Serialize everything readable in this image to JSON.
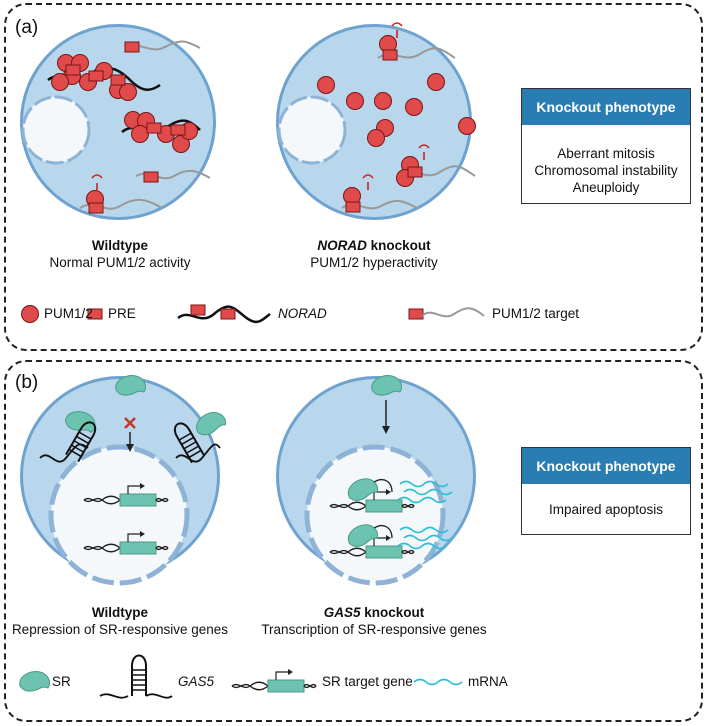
{
  "panel_a": {
    "label": "(a)",
    "wt_title": "Wildtype",
    "wt_sub": "Normal PUM1/2 activity",
    "ko_title_gene": "NORAD",
    "ko_title_rest": " knockout",
    "ko_sub": "PUM1/2 hyperactivity",
    "phenotype_header": "Knockout phenotype",
    "phenotypes": [
      "Aberrant mitosis",
      "Chromosomal instability",
      "Aneuploidy"
    ],
    "legend": {
      "pum": "PUM1/2",
      "pre": "PRE",
      "norad": "NORAD",
      "target": "PUM1/2 target"
    }
  },
  "panel_b": {
    "label": "(b)",
    "wt_title": "Wildtype",
    "wt_sub": "Repression of SR-responsive genes",
    "ko_title_gene": "GAS5",
    "ko_title_rest": " knockout",
    "ko_sub": "Transcription of SR-responsive genes",
    "phenotype_header": "Knockout phenotype",
    "phenotypes": [
      "Impaired apoptosis"
    ],
    "legend": {
      "sr": "SR",
      "gas5": "GAS5",
      "target_gene": "SR target gene",
      "mrna": "mRNA"
    }
  },
  "colors": {
    "cell_fill": "#b9d7ec",
    "cell_border": "#6ea2cf",
    "pum": "#e04a4a",
    "header": "#2a7db3",
    "sr": "#6cc3b0",
    "mrna": "#2bbfd6"
  }
}
